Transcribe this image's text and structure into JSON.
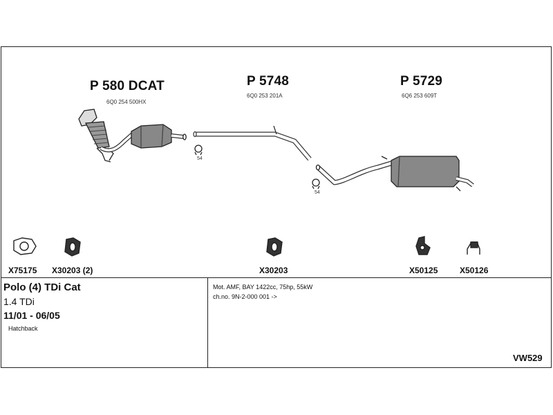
{
  "parts": {
    "front": {
      "number": "P 580 DCAT",
      "oem": "6Q0 254 500HX"
    },
    "middle": {
      "number": "P 5748",
      "oem": "6Q0 253 201A"
    },
    "rear": {
      "number": "P 5729",
      "oem": "6Q6 253 609T"
    }
  },
  "clamps": {
    "first": "54",
    "second": "54"
  },
  "accessories": [
    {
      "id": "X75175"
    },
    {
      "id": "X30203 (2)"
    },
    {
      "id": "X30203"
    },
    {
      "id": "X50125"
    },
    {
      "id": "X50126"
    }
  ],
  "vehicle": {
    "model": "Polo (4) TDi Cat",
    "engine": "1.4 TDi",
    "period": "11/01 - 06/05",
    "body": "Hatchback"
  },
  "details": {
    "motor": "Mot. AMF, BAY 1422cc, 75hp, 55kW",
    "chassis": "ch.no. 9N-2-000 001 ->"
  },
  "code": "VW529"
}
